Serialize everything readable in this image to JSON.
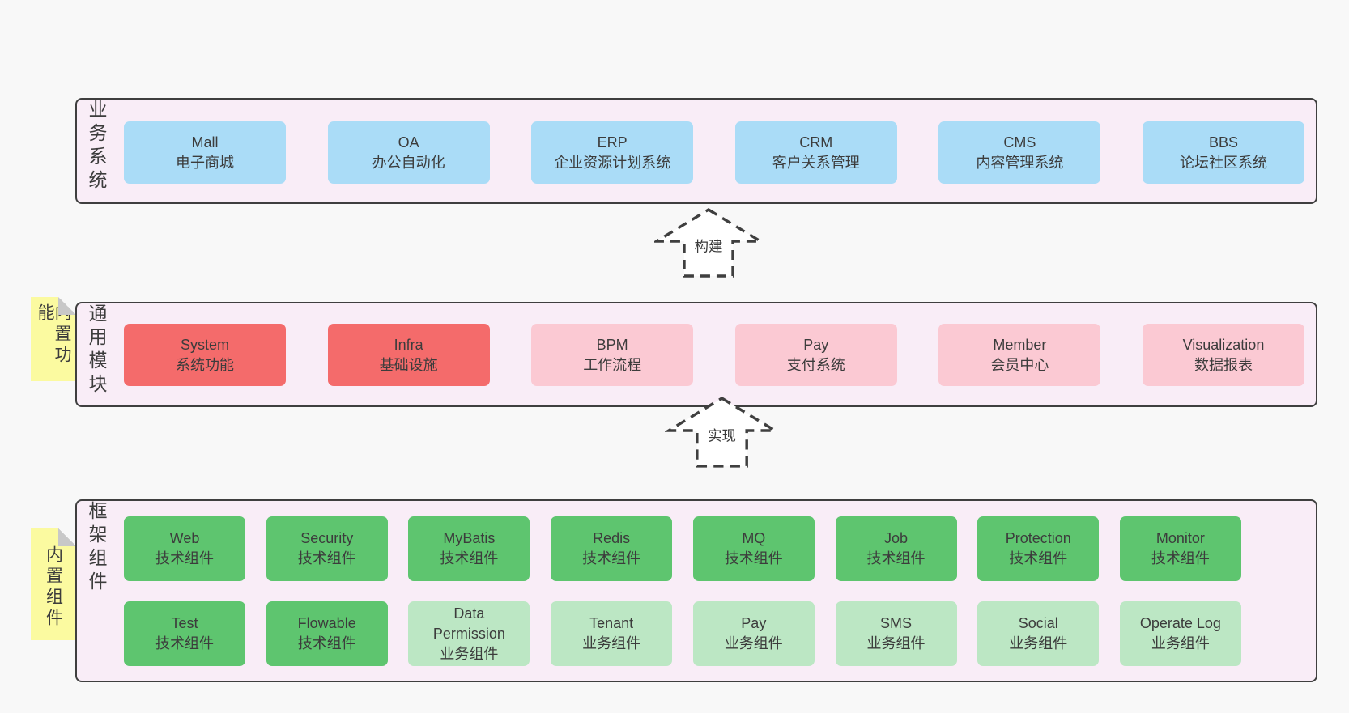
{
  "colors": {
    "page_bg": "#f8f8f8",
    "panel_bg": "#f9edf7",
    "panel_border": "#3f3f3f",
    "box_blue": "#aadcf7",
    "box_red": "#f46b6b",
    "box_pink": "#fbc9d3",
    "box_green": "#5ec56f",
    "box_light_green": "#bce7c4",
    "note_yellow": "#fbfaa0",
    "note_fold_gray": "#c8c8c8",
    "text": "#3c3c3c"
  },
  "arrows": [
    {
      "label": "构建"
    },
    {
      "label": "实现"
    }
  ],
  "business_layer": {
    "side_label": "业务系统",
    "boxes": [
      {
        "name": "Mall",
        "desc": "电子商城"
      },
      {
        "name": "OA",
        "desc": "办公自动化"
      },
      {
        "name": "ERP",
        "desc": "企业资源计划系统"
      },
      {
        "name": "CRM",
        "desc": "客户关系管理"
      },
      {
        "name": "CMS",
        "desc": "内容管理系统"
      },
      {
        "name": "BBS",
        "desc": "论坛社区系统"
      }
    ]
  },
  "module_layer": {
    "side_label": "通用模块",
    "note": "内置功能",
    "boxes": [
      {
        "name": "System",
        "desc": "系统功能",
        "variant": "red"
      },
      {
        "name": "Infra",
        "desc": "基础设施",
        "variant": "red"
      },
      {
        "name": "BPM",
        "desc": "工作流程",
        "variant": "pink"
      },
      {
        "name": "Pay",
        "desc": "支付系统",
        "variant": "pink"
      },
      {
        "name": "Member",
        "desc": "会员中心",
        "variant": "pink"
      },
      {
        "name": "Visualization",
        "desc": "数据报表",
        "variant": "pink"
      }
    ]
  },
  "component_layer": {
    "side_label": "框架组件",
    "note": "内置组件",
    "row1": [
      {
        "name": "Web",
        "desc": "技术组件",
        "variant": "green"
      },
      {
        "name": "Security",
        "desc": "技术组件",
        "variant": "green"
      },
      {
        "name": "MyBatis",
        "desc": "技术组件",
        "variant": "green"
      },
      {
        "name": "Redis",
        "desc": "技术组件",
        "variant": "green"
      },
      {
        "name": "MQ",
        "desc": "技术组件",
        "variant": "green"
      },
      {
        "name": "Job",
        "desc": "技术组件",
        "variant": "green"
      },
      {
        "name": "Protection",
        "desc": "技术组件",
        "variant": "green"
      },
      {
        "name": "Monitor",
        "desc": "技术组件",
        "variant": "green"
      }
    ],
    "row2": [
      {
        "name": "Test",
        "desc": "技术组件",
        "variant": "green"
      },
      {
        "name": "Flowable",
        "desc": "技术组件",
        "variant": "green"
      },
      {
        "name": "Data Permission",
        "desc": "业务组件",
        "variant": "light_green"
      },
      {
        "name": "Tenant",
        "desc": "业务组件",
        "variant": "light_green"
      },
      {
        "name": "Pay",
        "desc": "业务组件",
        "variant": "light_green"
      },
      {
        "name": "SMS",
        "desc": "业务组件",
        "variant": "light_green"
      },
      {
        "name": "Social",
        "desc": "业务组件",
        "variant": "light_green"
      },
      {
        "name": "Operate Log",
        "desc": "业务组件",
        "variant": "light_green"
      }
    ]
  }
}
